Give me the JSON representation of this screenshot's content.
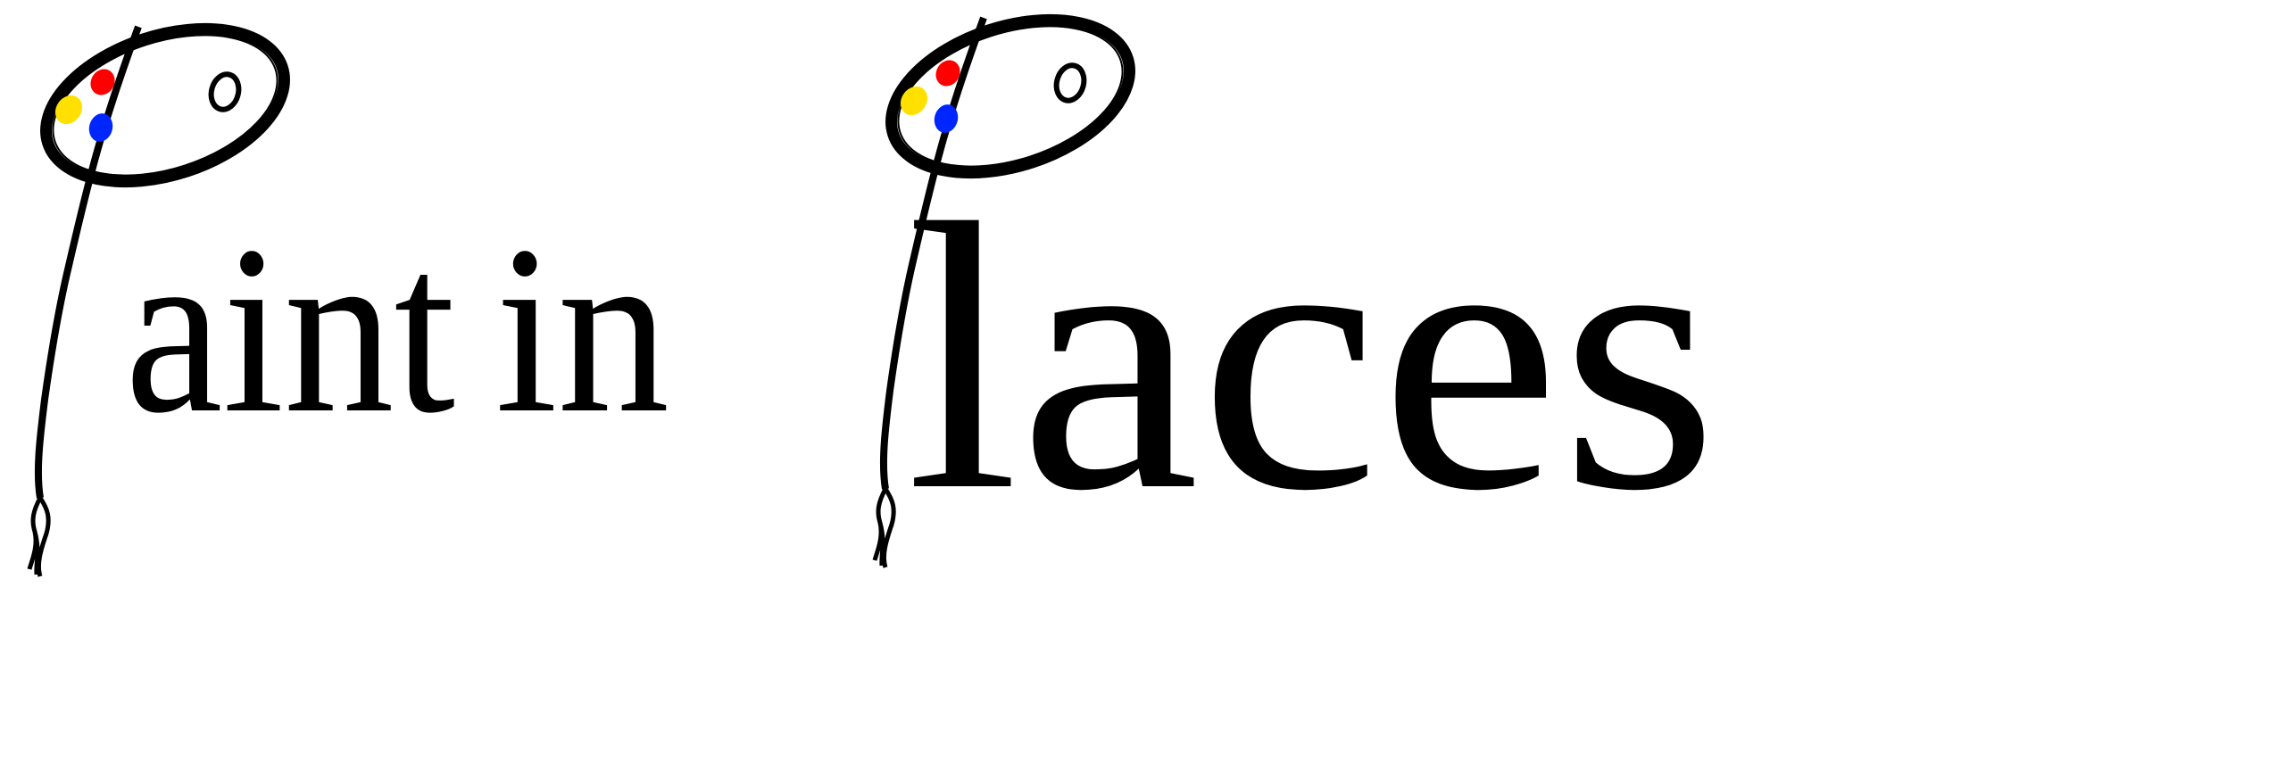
{
  "logo": {
    "full_name": "Paint in Places",
    "word1_rest": "aint",
    "word2": "in",
    "word3_rest": "laces",
    "colors": {
      "ink": "#000000",
      "red": "#ff0000",
      "yellow": "#ffe000",
      "blue": "#0026ff",
      "background": "#ffffff"
    }
  }
}
